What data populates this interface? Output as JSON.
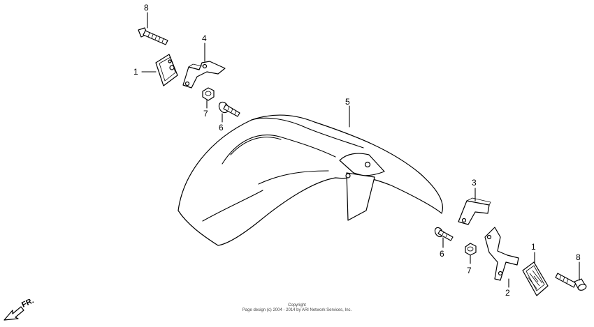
{
  "callouts": {
    "c8_top": "8",
    "c4": "4",
    "c1_top": "1",
    "c7_top": "7",
    "c6_top": "6",
    "c5": "5",
    "c3": "3",
    "c6_bottom": "6",
    "c7_bottom": "7",
    "c2": "2",
    "c1_bottom": "1",
    "c8_bottom": "8"
  },
  "footer": {
    "copyright_line1": "Copyright",
    "copyright_line2": "Page design (c) 2004 - 2014 by ARI Network Services, Inc."
  },
  "direction": {
    "label": "FR."
  }
}
